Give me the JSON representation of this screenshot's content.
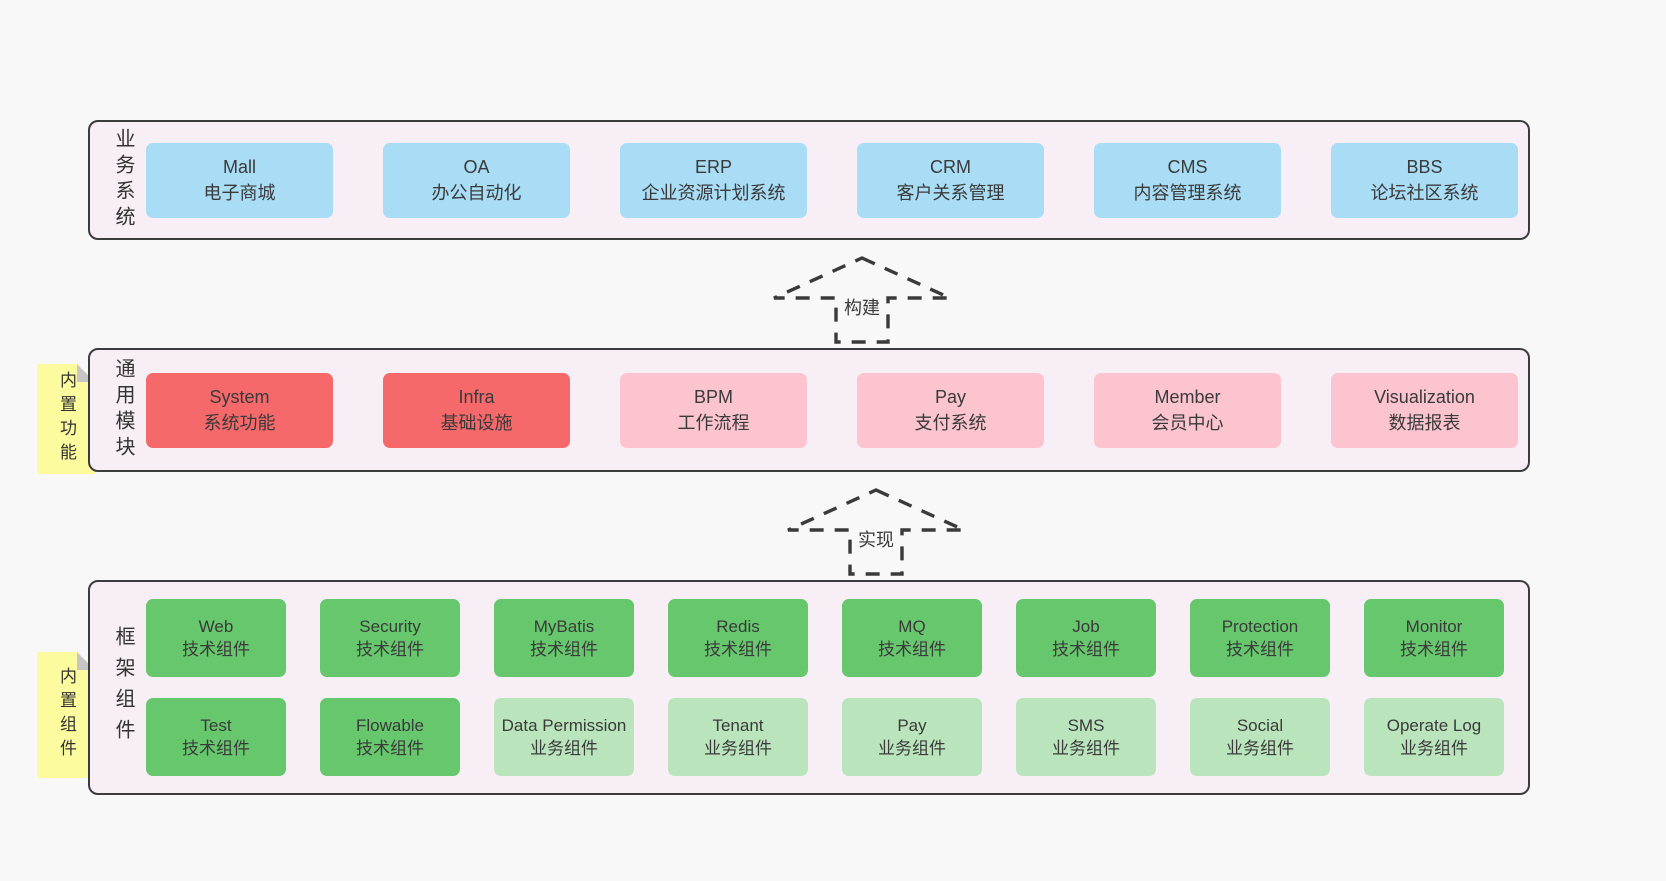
{
  "colors": {
    "page_bg": "#f8f8f8",
    "container_bg": "#f8eef5",
    "container_border": "#3c3c3c",
    "blue": "#a9dcf5",
    "red": "#f5696b",
    "pink": "#fbc4ce",
    "green": "#66c76d",
    "light_green": "#bae5bc",
    "note_yellow": "#fcfc9e",
    "note_fold": "#c6c6c6",
    "arrow_stroke": "#3a3a3a",
    "text": "#3a3a3a"
  },
  "arrows": [
    {
      "label": "构建"
    },
    {
      "label": "实现"
    }
  ],
  "layers": [
    {
      "label": "业务系统",
      "boxes": [
        {
          "title": "Mall",
          "subtitle": "电子商城",
          "variant": "blue"
        },
        {
          "title": "OA",
          "subtitle": "办公自动化",
          "variant": "blue"
        },
        {
          "title": "ERP",
          "subtitle": "企业资源计划系统",
          "variant": "blue"
        },
        {
          "title": "CRM",
          "subtitle": "客户关系管理",
          "variant": "blue"
        },
        {
          "title": "CMS",
          "subtitle": "内容管理系统",
          "variant": "blue"
        },
        {
          "title": "BBS",
          "subtitle": "论坛社区系统",
          "variant": "blue"
        }
      ]
    },
    {
      "label": "通用模块",
      "note": "内置功能",
      "boxes": [
        {
          "title": "System",
          "subtitle": "系统功能",
          "variant": "red"
        },
        {
          "title": "Infra",
          "subtitle": "基础设施",
          "variant": "red"
        },
        {
          "title": "BPM",
          "subtitle": "工作流程",
          "variant": "pink"
        },
        {
          "title": "Pay",
          "subtitle": "支付系统",
          "variant": "pink"
        },
        {
          "title": "Member",
          "subtitle": "会员中心",
          "variant": "pink"
        },
        {
          "title": "Visualization",
          "subtitle": "数据报表",
          "variant": "pink"
        }
      ]
    },
    {
      "label": "框架组件",
      "note": "内置组件",
      "rows": [
        [
          {
            "title": "Web",
            "subtitle": "技术组件",
            "variant": "green"
          },
          {
            "title": "Security",
            "subtitle": "技术组件",
            "variant": "green"
          },
          {
            "title": "MyBatis",
            "subtitle": "技术组件",
            "variant": "green"
          },
          {
            "title": "Redis",
            "subtitle": "技术组件",
            "variant": "green"
          },
          {
            "title": "MQ",
            "subtitle": "技术组件",
            "variant": "green"
          },
          {
            "title": "Job",
            "subtitle": "技术组件",
            "variant": "green"
          },
          {
            "title": "Protection",
            "subtitle": "技术组件",
            "variant": "green"
          },
          {
            "title": "Monitor",
            "subtitle": "技术组件",
            "variant": "green"
          }
        ],
        [
          {
            "title": "Test",
            "subtitle": "技术组件",
            "variant": "green"
          },
          {
            "title": "Flowable",
            "subtitle": "技术组件",
            "variant": "green"
          },
          {
            "title": "Data Permission",
            "subtitle": "业务组件",
            "variant": "light-green"
          },
          {
            "title": "Tenant",
            "subtitle": "业务组件",
            "variant": "light-green"
          },
          {
            "title": "Pay",
            "subtitle": "业务组件",
            "variant": "light-green"
          },
          {
            "title": "SMS",
            "subtitle": "业务组件",
            "variant": "light-green"
          },
          {
            "title": "Social",
            "subtitle": "业务组件",
            "variant": "light-green"
          },
          {
            "title": "Operate Log",
            "subtitle": "业务组件",
            "variant": "light-green"
          }
        ]
      ]
    }
  ]
}
